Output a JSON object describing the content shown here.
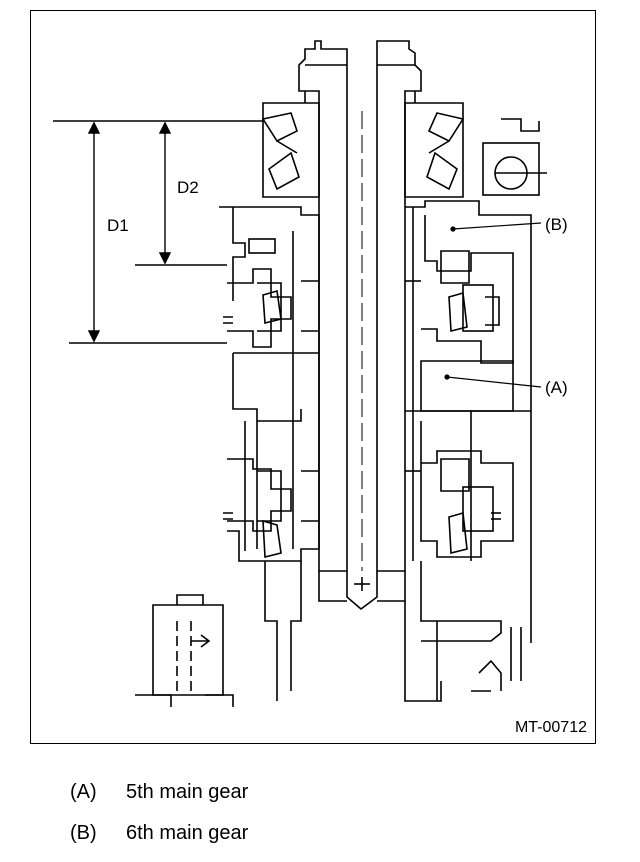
{
  "figure": {
    "code": "MT-00712",
    "labels": {
      "d1": "D1",
      "d2": "D2",
      "a": "(A)",
      "b": "(B)"
    }
  },
  "legend": [
    {
      "key": "(A)",
      "text": "5th main gear"
    },
    {
      "key": "(B)",
      "text": "6th main gear"
    }
  ]
}
